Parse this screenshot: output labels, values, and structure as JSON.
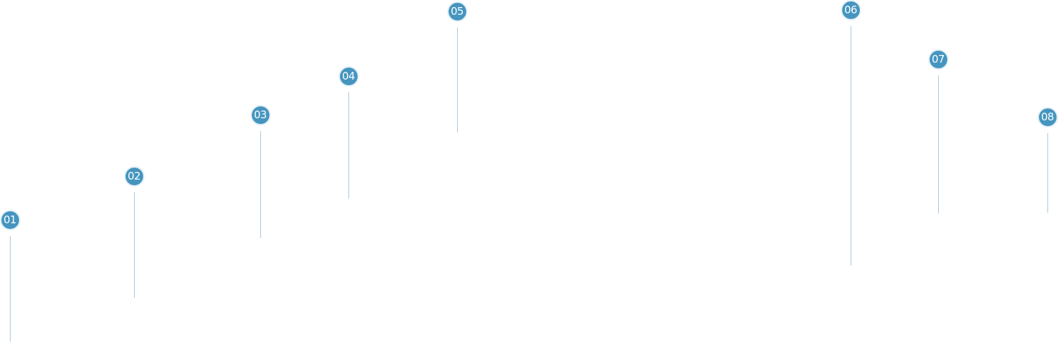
{
  "colors": {
    "badge_fill": "#4595bf",
    "stem": "#a9c9de"
  },
  "markers": [
    {
      "label": "01"
    },
    {
      "label": "02"
    },
    {
      "label": "03"
    },
    {
      "label": "04"
    },
    {
      "label": "05"
    },
    {
      "label": "06"
    },
    {
      "label": "07"
    },
    {
      "label": "08"
    }
  ]
}
